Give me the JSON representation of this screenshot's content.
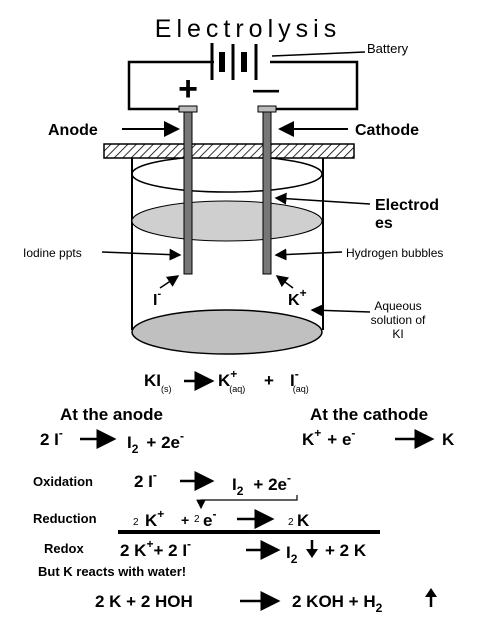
{
  "title": "Electrolysis",
  "labels": {
    "battery": "Battery",
    "anode": "Anode",
    "cathode": "Cathode",
    "electrodes_1": "Electrod",
    "electrodes_2": "es",
    "iodine": "Iodine ppts",
    "hydrogen": "Hydrogen bubbles",
    "iodide_ion": "I",
    "potassium_ion": "K",
    "aqueous_1": "Aqueous",
    "aqueous_2": "solution of",
    "aqueous_3": "KI",
    "plus": "+",
    "minus": "—"
  },
  "dissociation": {
    "ki": "KI",
    "s": "(s)",
    "k": "K",
    "aq": "(aq)",
    "plus": "+",
    "i": "I"
  },
  "anode": {
    "heading": "At the anode",
    "left": "2 I",
    "right_i": "I",
    "right_sub": "2",
    "right_rest": "+  2e"
  },
  "cathode": {
    "heading": "At the cathode",
    "left": "K",
    "mid": "+  e",
    "right": "K"
  },
  "oxidation": {
    "label": "Oxidation",
    "left": "2 I",
    "right_i": "I",
    "right_sub": "2",
    "right_rest": "+  2e"
  },
  "reduction": {
    "label": "Reduction",
    "c1": "2",
    "k": "K",
    "plus": "+",
    "c2": "2",
    "e": "e",
    "c3": "2",
    "product": "K"
  },
  "redox": {
    "label": "Redox",
    "left": "2 K",
    "mid": "+ 2 I",
    "i": "I",
    "sub": "2",
    "rest": "+ 2 K"
  },
  "note": "But  K reacts with water!",
  "final": {
    "left": "2 K  +  2 HOH",
    "mid": "2 KOH  +  H",
    "sub": "2"
  }
}
